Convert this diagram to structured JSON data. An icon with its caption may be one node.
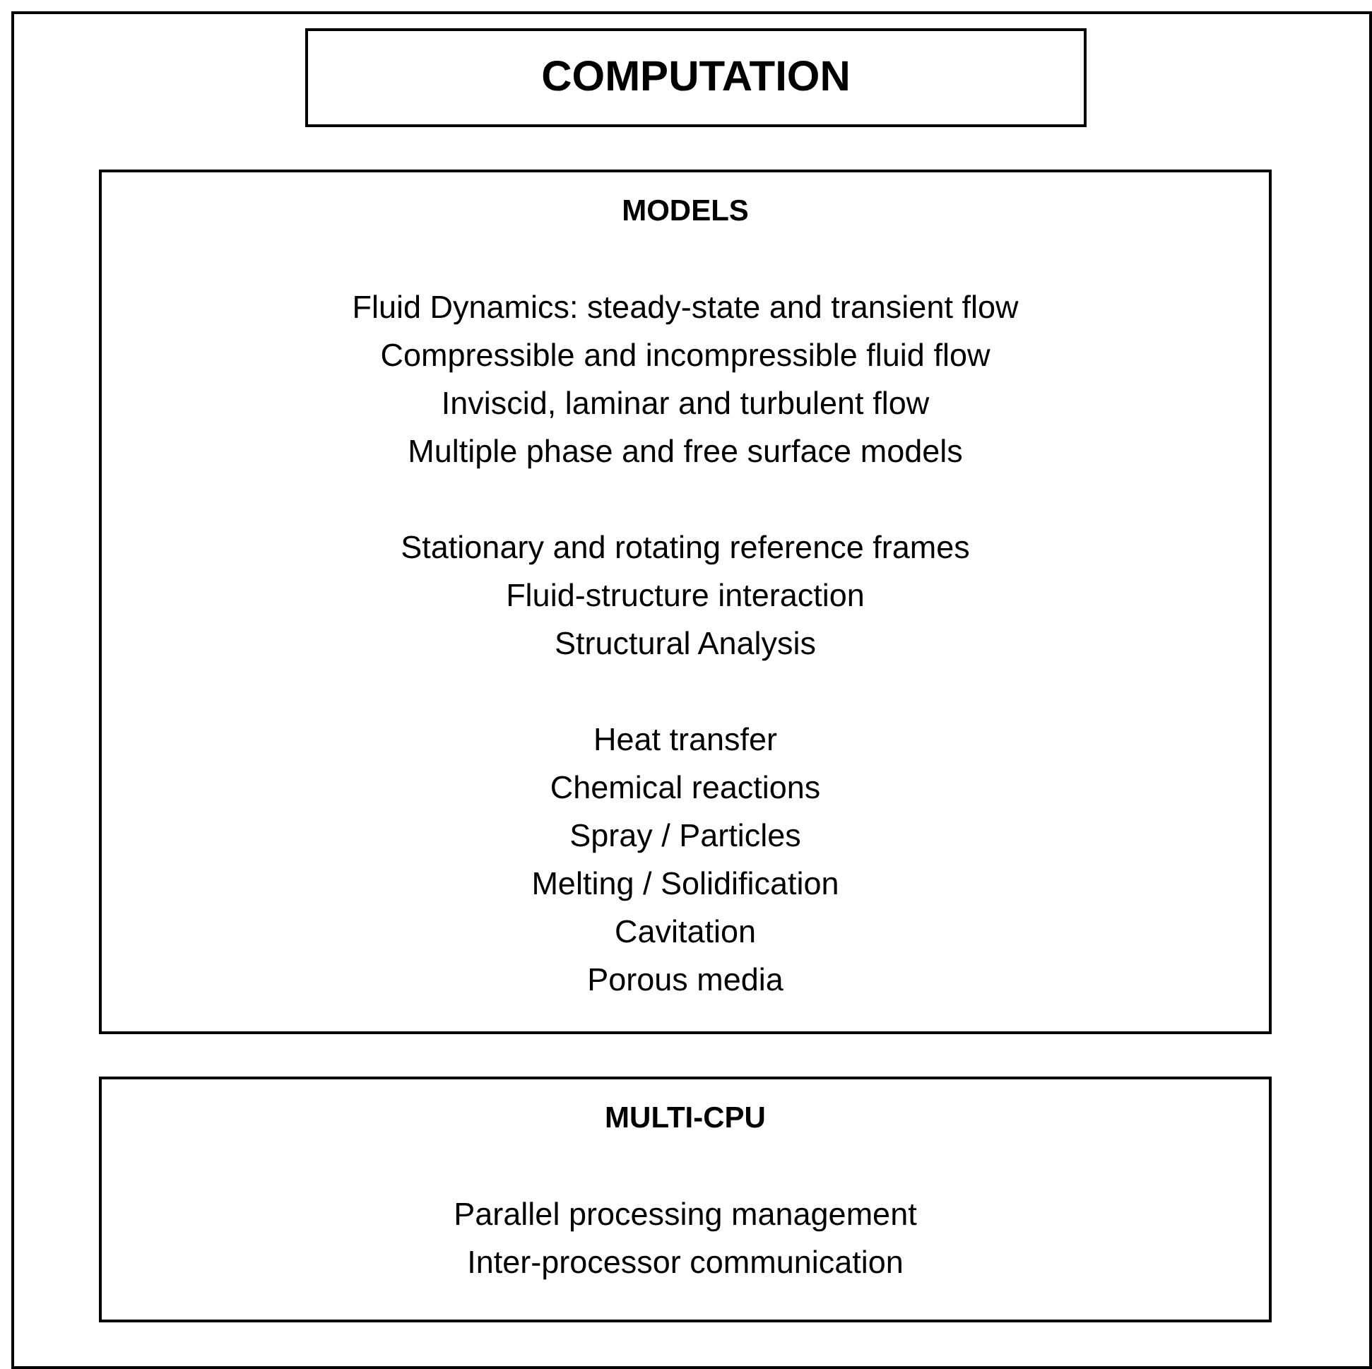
{
  "diagram": {
    "nodes": [
      {
        "text": [],
        "shape": "box"
      },
      {
        "text": [
          "COMPUTATION"
        ],
        "in": 0
      },
      {
        "text": [
          "MODELS",
          "Fluid Dynamics: steady-state and transient flow",
          "Compressible and incompressible fluid flow",
          "Inviscid, laminar and turbulent flow",
          "Multiple phase and free surface models",
          "Stationary and rotating reference frames",
          "Fluid-structure interaction",
          "Structural Analysis",
          "Heat transfer",
          "Chemical reactions",
          "Spray / Particles",
          "Melting / Solidification",
          "Cavitation",
          "Porous media"
        ],
        "in": 0
      },
      {
        "text": [
          "MULTI-CPU",
          "Parallel processing management",
          "Inter-processor communication"
        ],
        "in": 0
      }
    ]
  }
}
